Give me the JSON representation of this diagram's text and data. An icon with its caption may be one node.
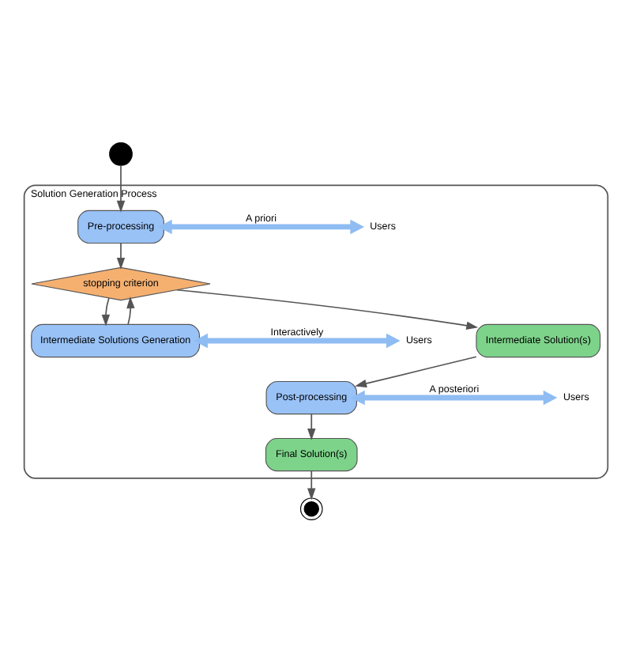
{
  "diagram": {
    "nodes": [
      {
        "text": [],
        "shape": "circle"
      },
      {
        "text": [
          "Solution Generation Process"
        ]
      },
      {
        "text": [
          "Pre-processing"
        ],
        "in": 1
      },
      {
        "text": [
          "stopping criterion"
        ],
        "in": 1
      },
      {
        "text": [
          "Intermediate Solutions Generation"
        ],
        "in": 1
      },
      {
        "text": [
          "Intermediate Solution(s)"
        ],
        "in": 1
      },
      {
        "text": [
          "Post-processing"
        ],
        "in": 1
      },
      {
        "text": [
          "Final Solution(s)"
        ],
        "in": 1
      },
      {
        "text": [
          "Users"
        ],
        "in": 1
      },
      {
        "text": [
          "Users"
        ],
        "in": 1
      },
      {
        "text": [
          "Users"
        ],
        "in": 1
      },
      {
        "text": [],
        "shape": "circle"
      }
    ],
    "edges": [
      {
        "from": 0,
        "to": 2,
        "arrow": "to"
      },
      {
        "from": 2,
        "to": 3,
        "arrow": "to"
      },
      {
        "from": 3,
        "to": 4,
        "arrow": "to"
      },
      {
        "from": 4,
        "to": 3,
        "arrow": "to"
      },
      {
        "from": 3,
        "to": 5,
        "arrow": "to"
      },
      {
        "from": 5,
        "to": 6,
        "arrow": "to"
      },
      {
        "from": 6,
        "to": 7,
        "arrow": "to"
      },
      {
        "from": 7,
        "to": 11,
        "arrow": "to"
      },
      {
        "from": 2,
        "to": 8,
        "arrow": "both",
        "label": "A priori",
        "style": "thick",
        "color": "#8fbcf2"
      },
      {
        "from": 4,
        "to": 9,
        "arrow": "both",
        "label": "Interactively",
        "style": "thick",
        "color": "#8fbcf2"
      },
      {
        "from": 6,
        "to": 10,
        "arrow": "both",
        "label": "A posteriori",
        "style": "thick",
        "color": "#8fbcf2"
      }
    ]
  }
}
